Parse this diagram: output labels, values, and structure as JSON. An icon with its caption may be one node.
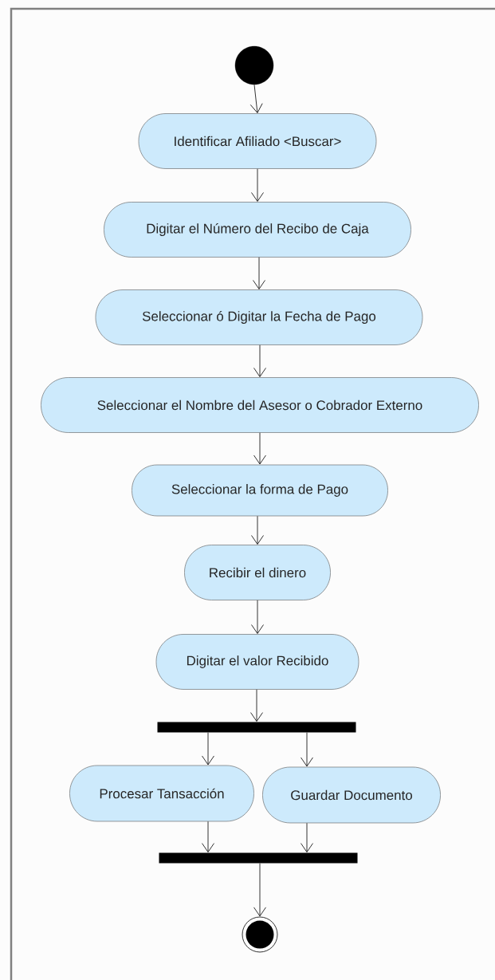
{
  "diagram": {
    "nodes": [
      {
        "text": [],
        "shape": "circle"
      },
      {
        "text": [
          "Identificar Afiliado <Buscar>"
        ]
      },
      {
        "text": [
          "Digitar el Número del Recibo de Caja"
        ]
      },
      {
        "text": [
          "Seleccionar  ó Digitar la Fecha de Pago"
        ]
      },
      {
        "text": [
          "Seleccionar el Nombre del Asesor o Cobrador Externo"
        ]
      },
      {
        "text": [
          "Seleccionar  la forma de Pago"
        ]
      },
      {
        "text": [
          "Recibir el dinero"
        ]
      },
      {
        "text": [
          "Digitar el valor Recibido"
        ]
      },
      {
        "text": [],
        "shape": "bar"
      },
      {
        "text": [
          "Procesar Tansacción"
        ]
      },
      {
        "text": [
          "Guardar Documento"
        ]
      },
      {
        "text": [],
        "shape": "bar"
      },
      {
        "text": [],
        "shape": "bullseye"
      }
    ],
    "edges": [
      {
        "from": 0,
        "to": 1,
        "arrow": "to"
      },
      {
        "from": 1,
        "to": 2,
        "arrow": "to"
      },
      {
        "from": 2,
        "to": 3,
        "arrow": "to"
      },
      {
        "from": 3,
        "to": 4,
        "arrow": "to"
      },
      {
        "from": 4,
        "to": 5,
        "arrow": "to"
      },
      {
        "from": 5,
        "to": 6,
        "arrow": "to"
      },
      {
        "from": 6,
        "to": 7,
        "arrow": "to"
      },
      {
        "from": 7,
        "to": 8,
        "arrow": "to"
      },
      {
        "from": 8,
        "to": 9,
        "arrow": "to"
      },
      {
        "from": 8,
        "to": 10,
        "arrow": "to"
      },
      {
        "from": 9,
        "to": 11,
        "arrow": "to"
      },
      {
        "from": 10,
        "to": 11,
        "arrow": "to"
      },
      {
        "from": 11,
        "to": 12,
        "arrow": "to"
      }
    ]
  }
}
